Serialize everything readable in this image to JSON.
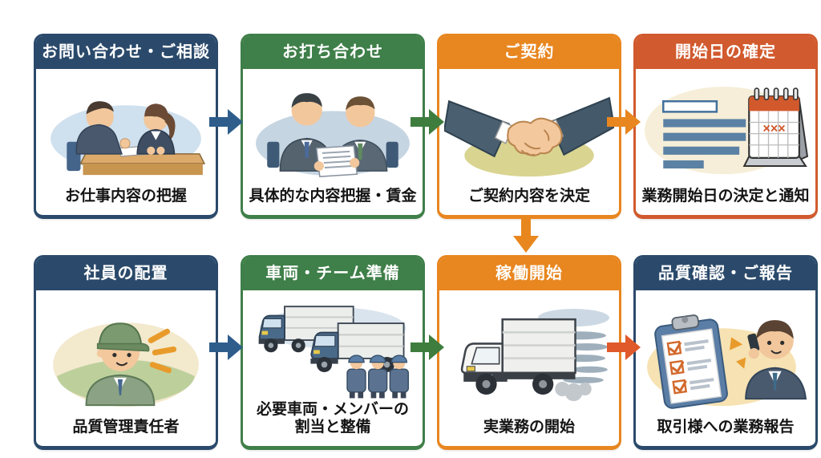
{
  "page": {
    "background": "#ffffff"
  },
  "flow": {
    "steps": [
      {
        "id": "inquiry",
        "title": "お問い合わせ・ご相談",
        "caption": "お仕事内容の把握",
        "color": "#2b4a6b",
        "illustration": "consultation-illustration"
      },
      {
        "id": "meeting",
        "title": "お打ち合わせ",
        "caption": "具体的な内容把握・賃金",
        "color": "#3f7f49",
        "illustration": "meeting-illustration"
      },
      {
        "id": "contract",
        "title": "ご契約",
        "caption": "ご契約内容を決定",
        "color": "#e8861f",
        "illustration": "handshake-illustration"
      },
      {
        "id": "start-date",
        "title": "開始日の確定",
        "caption": "業務開始日の決定と通知",
        "color": "#d15a2e",
        "illustration": "calendar-illustration",
        "calendar_marks": "×××"
      },
      {
        "id": "staffing",
        "title": "社員の配置",
        "caption": "品質管理責任者",
        "color": "#2b4a6b",
        "illustration": "worker-illustration"
      },
      {
        "id": "vehicle-team",
        "title": "車両・チーム準備",
        "caption": "必要車両・メンバーの\n割当と整備",
        "color": "#3f7f49",
        "illustration": "trucks-team-illustration"
      },
      {
        "id": "operation",
        "title": "稼働開始",
        "caption": "実業務の開始",
        "color": "#e8861f",
        "illustration": "moving-truck-illustration"
      },
      {
        "id": "quality-report",
        "title": "品質確認・ご報告",
        "caption": "取引様への業務報告",
        "color": "#2b4a6b",
        "illustration": "report-phone-illustration"
      }
    ],
    "arrows": [
      {
        "from": "inquiry",
        "to": "meeting",
        "direction": "right",
        "color": "#2e5d8c"
      },
      {
        "from": "meeting",
        "to": "contract",
        "direction": "right",
        "color": "#3e7d3e"
      },
      {
        "from": "contract",
        "to": "start-date",
        "direction": "right",
        "color": "#e8861f"
      },
      {
        "from": "contract",
        "to": "operation",
        "direction": "down",
        "color": "#e8871e"
      },
      {
        "from": "staffing",
        "to": "vehicle-team",
        "direction": "right",
        "color": "#2e5d8c"
      },
      {
        "from": "vehicle-team",
        "to": "operation",
        "direction": "right",
        "color": "#3e7d3e"
      },
      {
        "from": "operation",
        "to": "quality-report",
        "direction": "right",
        "color": "#e0592a"
      }
    ]
  }
}
